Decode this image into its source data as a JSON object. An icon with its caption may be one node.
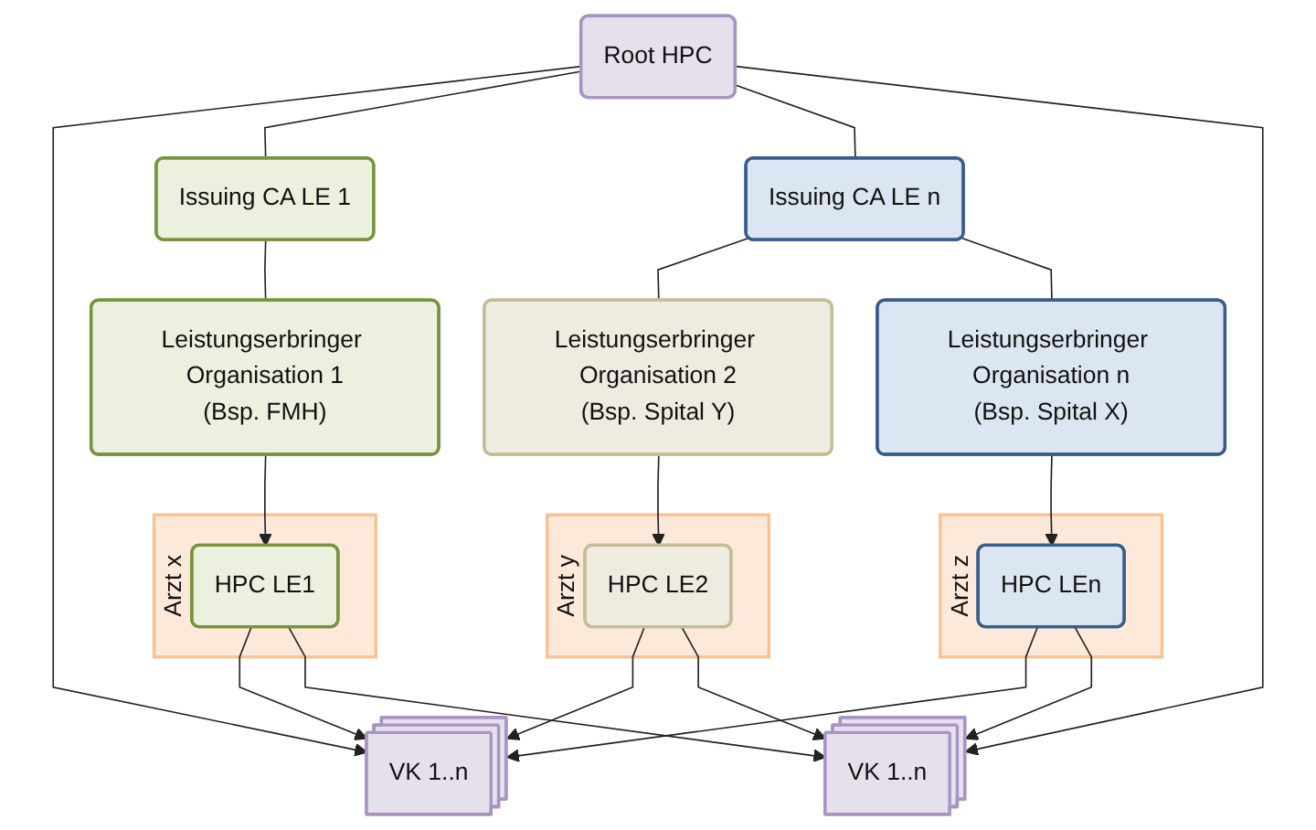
{
  "diagram": {
    "nodes": [
      {
        "text": [
          "Root HPC"
        ]
      },
      {
        "text": [
          "Issuing CA LE 1"
        ]
      },
      {
        "text": [
          "Issuing CA LE n"
        ]
      },
      {
        "text": [
          "Leistungserbringer Organisation 1",
          "(Bsp. FMH)"
        ]
      },
      {
        "text": [
          "Leistungserbringer Organisation 2",
          "(Bsp. Spital Y)"
        ]
      },
      {
        "text": [
          "Leistungserbringer Organisation n",
          "(Bsp. Spital X)"
        ]
      },
      {
        "text": [
          "Arzt x"
        ]
      },
      {
        "text": [
          "HPC LE1"
        ],
        "in": 6
      },
      {
        "text": [
          "Arzt y"
        ]
      },
      {
        "text": [
          "HPC LE2"
        ],
        "in": 8
      },
      {
        "text": [
          "Arzt z"
        ]
      },
      {
        "text": [
          "HPC LEn"
        ],
        "in": 10
      },
      {
        "text": [
          "VK 1..n"
        ]
      },
      {
        "text": [
          "VK 1..n"
        ]
      }
    ],
    "edges": [
      {
        "from": 0,
        "to": 12,
        "arrow": "to"
      },
      {
        "from": 0,
        "to": 1,
        "arrow": "none"
      },
      {
        "from": 0,
        "to": 2,
        "arrow": "none"
      },
      {
        "from": 0,
        "to": 13,
        "arrow": "to"
      },
      {
        "from": 1,
        "to": 3,
        "arrow": "none"
      },
      {
        "from": 2,
        "to": 4,
        "arrow": "none"
      },
      {
        "from": 2,
        "to": 5,
        "arrow": "none"
      },
      {
        "from": 3,
        "to": 7,
        "arrow": "to"
      },
      {
        "from": 4,
        "to": 9,
        "arrow": "to"
      },
      {
        "from": 5,
        "to": 11,
        "arrow": "to"
      },
      {
        "from": 7,
        "to": 12,
        "arrow": "to"
      },
      {
        "from": 7,
        "to": 13,
        "arrow": "to"
      },
      {
        "from": 9,
        "to": 12,
        "arrow": "to"
      },
      {
        "from": 9,
        "to": 13,
        "arrow": "to"
      },
      {
        "from": 11,
        "to": 12,
        "arrow": "to"
      },
      {
        "from": 11,
        "to": 13,
        "arrow": "to"
      }
    ]
  }
}
